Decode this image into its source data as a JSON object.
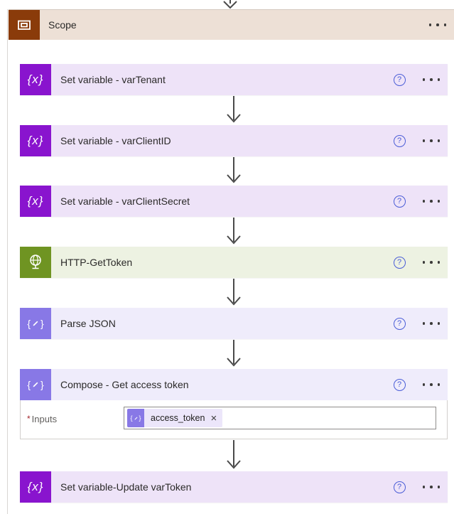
{
  "scope": {
    "title": "Scope",
    "colors": {
      "icon_bg": "#8a3b0a",
      "header_bg": "#ede0d6"
    }
  },
  "steps": [
    {
      "id": "set-variable-vartenant",
      "title": "Set variable - varTenant",
      "icon": "variable-icon",
      "glyph": "{x}",
      "icon_bg": "#8914ce",
      "card_bg": "#eee3f8"
    },
    {
      "id": "set-variable-varclientid",
      "title": "Set variable - varClientID",
      "icon": "variable-icon",
      "glyph": "{x}",
      "icon_bg": "#8914ce",
      "card_bg": "#eee3f8"
    },
    {
      "id": "set-variable-varclientsecret",
      "title": "Set variable - varClientSecret",
      "icon": "variable-icon",
      "glyph": "{x}",
      "icon_bg": "#8914ce",
      "card_bg": "#eee3f8"
    },
    {
      "id": "http-gettoken",
      "title": "HTTP-GetToken",
      "icon": "globe-icon",
      "glyph": "",
      "icon_bg": "#6f9422",
      "card_bg": "#edf2e2"
    },
    {
      "id": "parse-json",
      "title": "Parse JSON",
      "icon": "braces-pencil-icon",
      "glyph": "",
      "icon_bg": "#8878e6",
      "card_bg": "#efecfb"
    },
    {
      "id": "compose-get-access-token",
      "title": "Compose - Get access token",
      "icon": "braces-pencil-icon",
      "glyph": "",
      "icon_bg": "#8878e6",
      "card_bg": "#efecfb"
    },
    {
      "id": "set-variable-update-vartoken",
      "title": "Set variable-Update varToken",
      "icon": "variable-icon",
      "glyph": "{x}",
      "icon_bg": "#8914ce",
      "card_bg": "#eee3f8"
    }
  ],
  "compose_body": {
    "required_marker": "*",
    "inputs_label": "Inputs",
    "token_chip": {
      "label": "access_token",
      "close_glyph": "×",
      "chip_bg": "#ece6fa",
      "icon_bg": "#8878e6"
    }
  },
  "ui": {
    "help_glyph": "?",
    "brace_open": "{",
    "brace_close": "}",
    "arrow_color": "#4a4a4a",
    "help_color": "#4a5dd7"
  }
}
